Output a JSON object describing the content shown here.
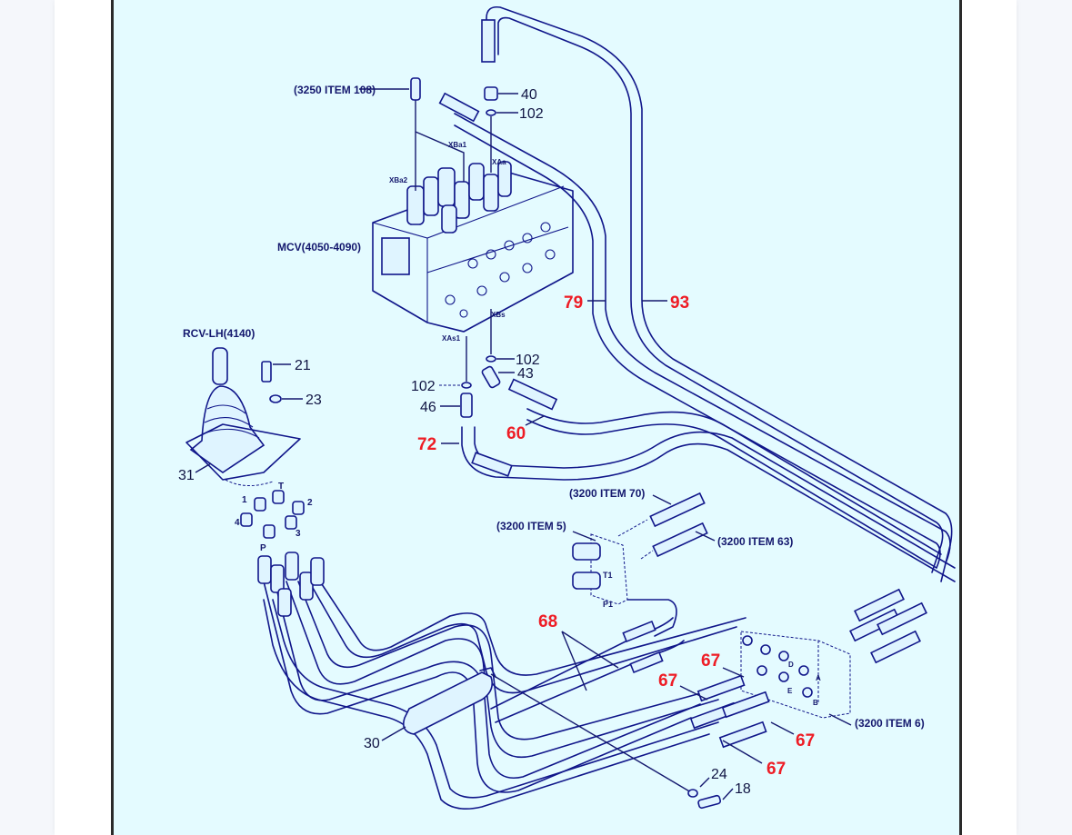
{
  "diagram": {
    "title": "RCV-LH pilot piping parts diagram",
    "colors": {
      "background": "#e4fbff",
      "linework": "#10168a",
      "callout_red": "#ee1c25",
      "page": "#f5f7fb"
    },
    "component_labels": {
      "item_3250_108": "(3250 ITEM 108)",
      "mcv": "MCV(4050-4090)",
      "rcv_lh": "RCV-LH(4140)",
      "item_3200_70": "(3200 ITEM 70)",
      "item_3200_5": "(3200 ITEM 5)",
      "item_3200_63": "(3200 ITEM 63)",
      "item_3200_6": "(3200 ITEM 6)"
    },
    "port_labels": {
      "xba1": "XBa1",
      "xaa": "XAa",
      "xba2": "XBa2",
      "xbs": "XBs",
      "xas1": "XAs1",
      "t": "T",
      "p": "P",
      "p1": "P1",
      "t1": "T1",
      "port_1": "1",
      "port_2": "2",
      "port_3": "3",
      "port_4": "4",
      "a": "A",
      "b": "B",
      "d": "D",
      "e": "E"
    },
    "part_numbers": {
      "n40": "40",
      "n102_top": "102",
      "n21": "21",
      "n23": "23",
      "n102_mid": "102",
      "n43": "43",
      "n102_left": "102",
      "n46": "46",
      "n31": "31",
      "n30": "30",
      "n24": "24",
      "n18": "18"
    },
    "red_callouts": {
      "r79": "79",
      "r93": "93",
      "r60": "60",
      "r72": "72",
      "r68": "68",
      "r67_a": "67",
      "r67_b": "67",
      "r67_c": "67",
      "r67_d": "67"
    }
  }
}
